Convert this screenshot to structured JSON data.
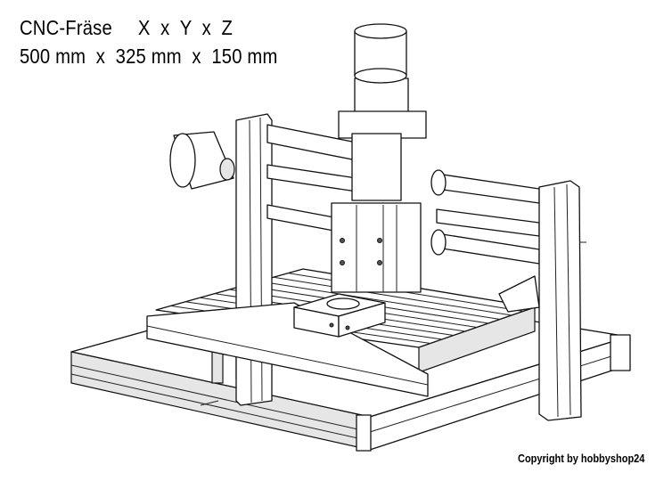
{
  "title": {
    "line1": "CNC-Fräse     X  x  Y  x  Z",
    "line2": "500 mm  x  325 mm  x  150 mm"
  },
  "copyright": "Copyright by hobbyshop24"
}
